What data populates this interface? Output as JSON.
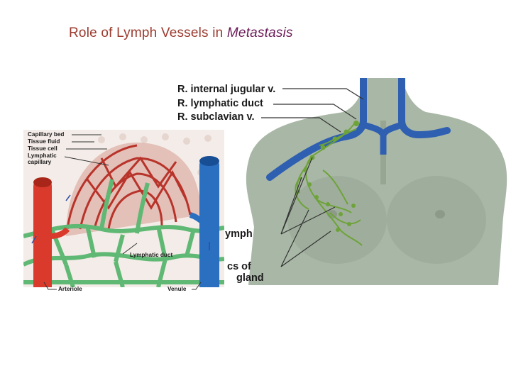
{
  "title": {
    "prefix": "Role of Lymph Vessels in ",
    "emphasis": "Metastasis"
  },
  "torso_figure": {
    "labels": {
      "internal_jugular": "R. internal jugular v.",
      "lymphatic_duct": "R. lymphatic duct",
      "subclavian": "R. subclavian v.",
      "lymph_partial": "ymph",
      "lymphatics_partial": "cs of",
      "gland_partial": "gland"
    },
    "colors": {
      "skin": "#a9b8a6",
      "vein": "#2f5fb0",
      "lymphatic": "#6ea33a"
    }
  },
  "capillary_inset": {
    "labels": {
      "capillary_bed": "Capillary bed",
      "tissue_fluid": "Tissue fluid",
      "tissue_cell": "Tissue cell",
      "lymphatic_capillary_1": "Lymphatic",
      "lymphatic_capillary_2": "capillary",
      "lymphatic_duct": "Lymphatic duct",
      "arteriole": "Arteriole",
      "venule": "Venule"
    },
    "colors": {
      "arteriole": "#d93a2b",
      "venule": "#2a6fc0",
      "lymph_network": "#5fb873"
    }
  }
}
